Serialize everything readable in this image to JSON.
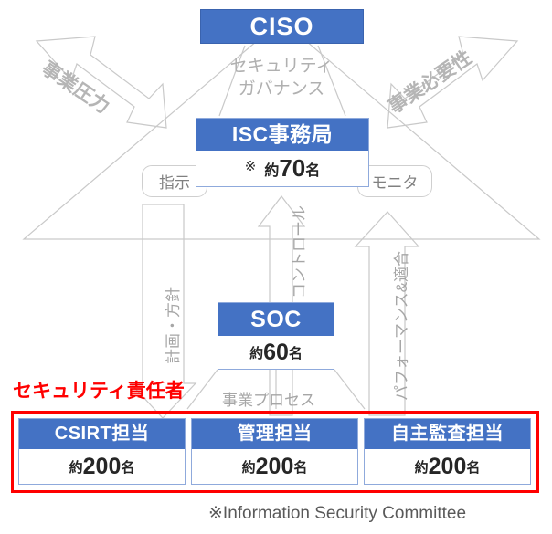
{
  "diagram": {
    "title_box": {
      "label": "CISO"
    },
    "governance_label": {
      "line1": "セキュリティ",
      "line2": "ガバナンス"
    },
    "arrows": {
      "left_label": "事業圧力",
      "right_label": "事業必要性"
    },
    "pills": {
      "instruction": "指示",
      "monitor": "モニタ"
    },
    "isc": {
      "name": "ISC事務局",
      "ref_mark": "※",
      "count_prefix": "約",
      "count_number": "70",
      "count_suffix": "名"
    },
    "soc": {
      "name": "SOC",
      "count_prefix": "約",
      "count_number": "60",
      "count_suffix": "名"
    },
    "vertical_labels": {
      "plan": "計画・方針",
      "control": "コントロール",
      "performance": "パフォーマンス&適合"
    },
    "process_label": "事業プロセス",
    "red_caption": "セキュリティ責任者",
    "bottom_units": [
      {
        "name": "CSIRT担当",
        "count_prefix": "約",
        "count_number": "200",
        "count_suffix": "名"
      },
      {
        "name": "管理担当",
        "count_prefix": "約",
        "count_number": "200",
        "count_suffix": "名"
      },
      {
        "name": "自主監査担当",
        "count_prefix": "約",
        "count_number": "200",
        "count_suffix": "名"
      }
    ],
    "footer_note": "※Information Security Committee",
    "colors": {
      "header_blue": "#4472C4",
      "box_border": "#8faadc",
      "highlight_red": "#FF0000",
      "muted_grey": "#a6a6a6",
      "outline_grey": "#c9c9c9"
    }
  }
}
